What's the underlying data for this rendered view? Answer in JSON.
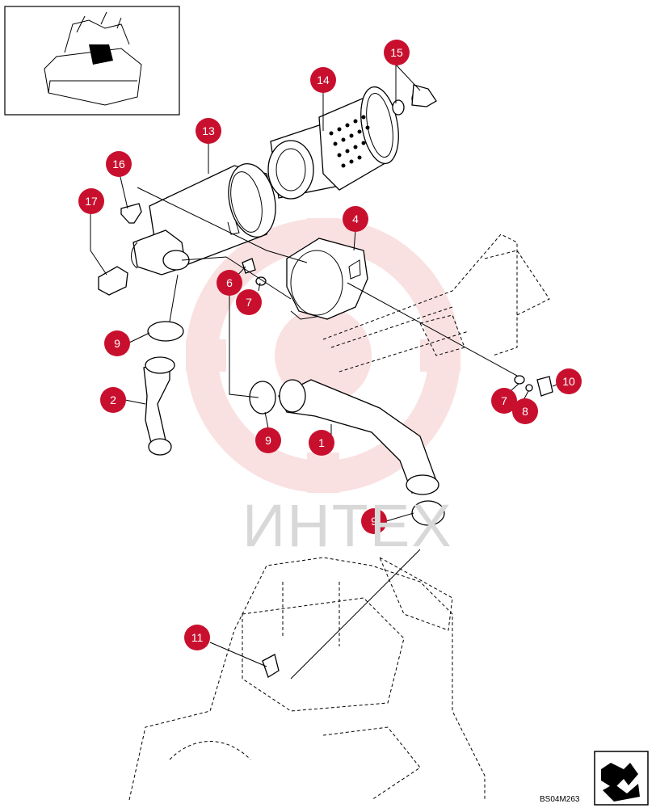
{
  "watermark": "ИНТЕХ",
  "reference_code": "BS04M263",
  "callouts": [
    {
      "id": "c1",
      "label": "1"
    },
    {
      "id": "c2",
      "label": "2"
    },
    {
      "id": "c4",
      "label": "4"
    },
    {
      "id": "c6",
      "label": "6"
    },
    {
      "id": "c7a",
      "label": "7"
    },
    {
      "id": "c7b",
      "label": "7"
    },
    {
      "id": "c8",
      "label": "8"
    },
    {
      "id": "c9a",
      "label": "9"
    },
    {
      "id": "c9b",
      "label": "9"
    },
    {
      "id": "c9c",
      "label": "9"
    },
    {
      "id": "c10",
      "label": "10"
    },
    {
      "id": "c11",
      "label": "11"
    },
    {
      "id": "c13",
      "label": "13"
    },
    {
      "id": "c14",
      "label": "14"
    },
    {
      "id": "c15",
      "label": "15"
    },
    {
      "id": "c16",
      "label": "16"
    },
    {
      "id": "c17",
      "label": "17"
    }
  ],
  "colors": {
    "callout": "#c8102e",
    "watermark_gear": "#f6c9c9",
    "watermark_text": "#d8d8d8"
  }
}
